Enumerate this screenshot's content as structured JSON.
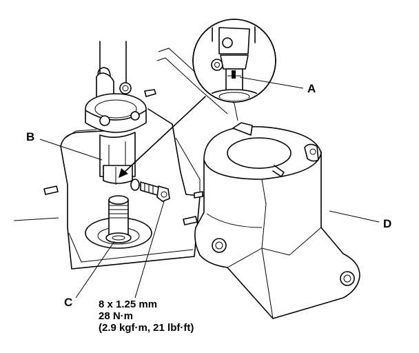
{
  "diagram": {
    "labels": {
      "a": "A",
      "b": "B",
      "c": "C",
      "d": "D"
    },
    "torque_spec": {
      "line1": "8 x 1.25 mm",
      "line2": "28 N·m",
      "line3": "(2.9 kgf·m, 21 lbf·ft)"
    }
  }
}
